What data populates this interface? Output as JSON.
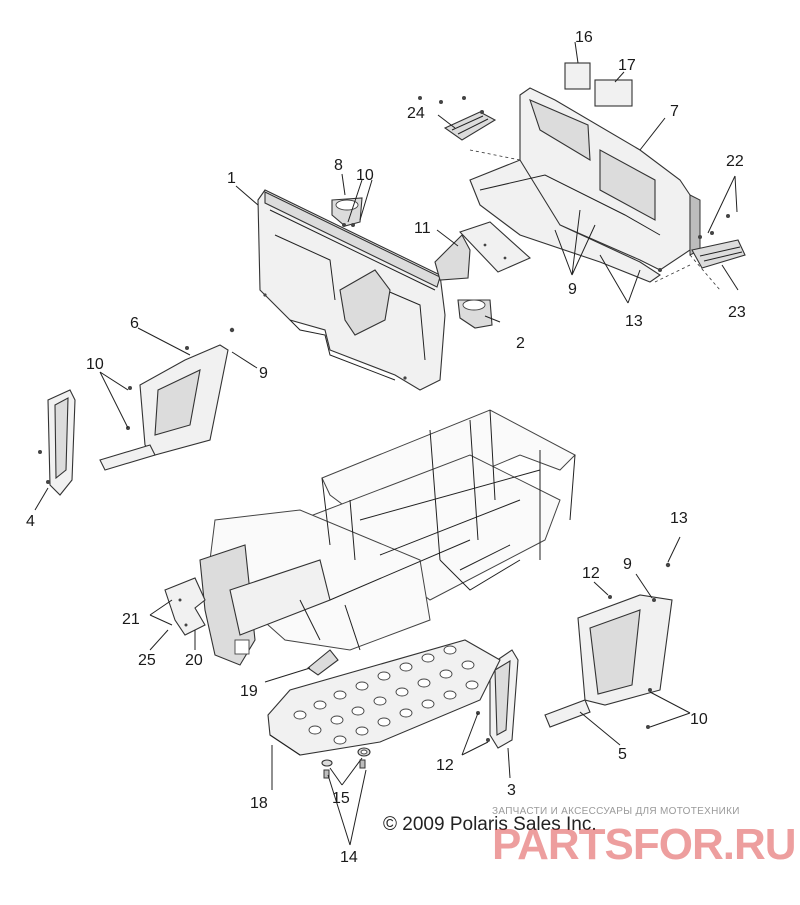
{
  "labels": {
    "l1": "1",
    "l2": "2",
    "l3": "3",
    "l4": "4",
    "l5": "5",
    "l6": "6",
    "l7": "7",
    "l8": "8",
    "l9a": "9",
    "l9b": "9",
    "l9c": "9",
    "l10a": "10",
    "l10b": "10",
    "l10c": "10",
    "l11": "11",
    "l12a": "12",
    "l12b": "12",
    "l13a": "13",
    "l13b": "13",
    "l14": "14",
    "l15": "15",
    "l16": "16",
    "l17": "17",
    "l18": "18",
    "l19": "19",
    "l20": "20",
    "l21": "21",
    "l22": "22",
    "l23": "23",
    "l24": "24",
    "l25": "25"
  },
  "copyright": "© 2009 Polaris Sales Inc.",
  "watermark": {
    "tagline": "ЗАПЧАСТИ И АКСЕССУАРЫ ДЛЯ МОТОТЕХНИКИ",
    "brand": "PARTSFOR.RU"
  },
  "colors": {
    "line": "#222222",
    "part_fill": "#f1f1f1",
    "watermark": "#d72828"
  }
}
